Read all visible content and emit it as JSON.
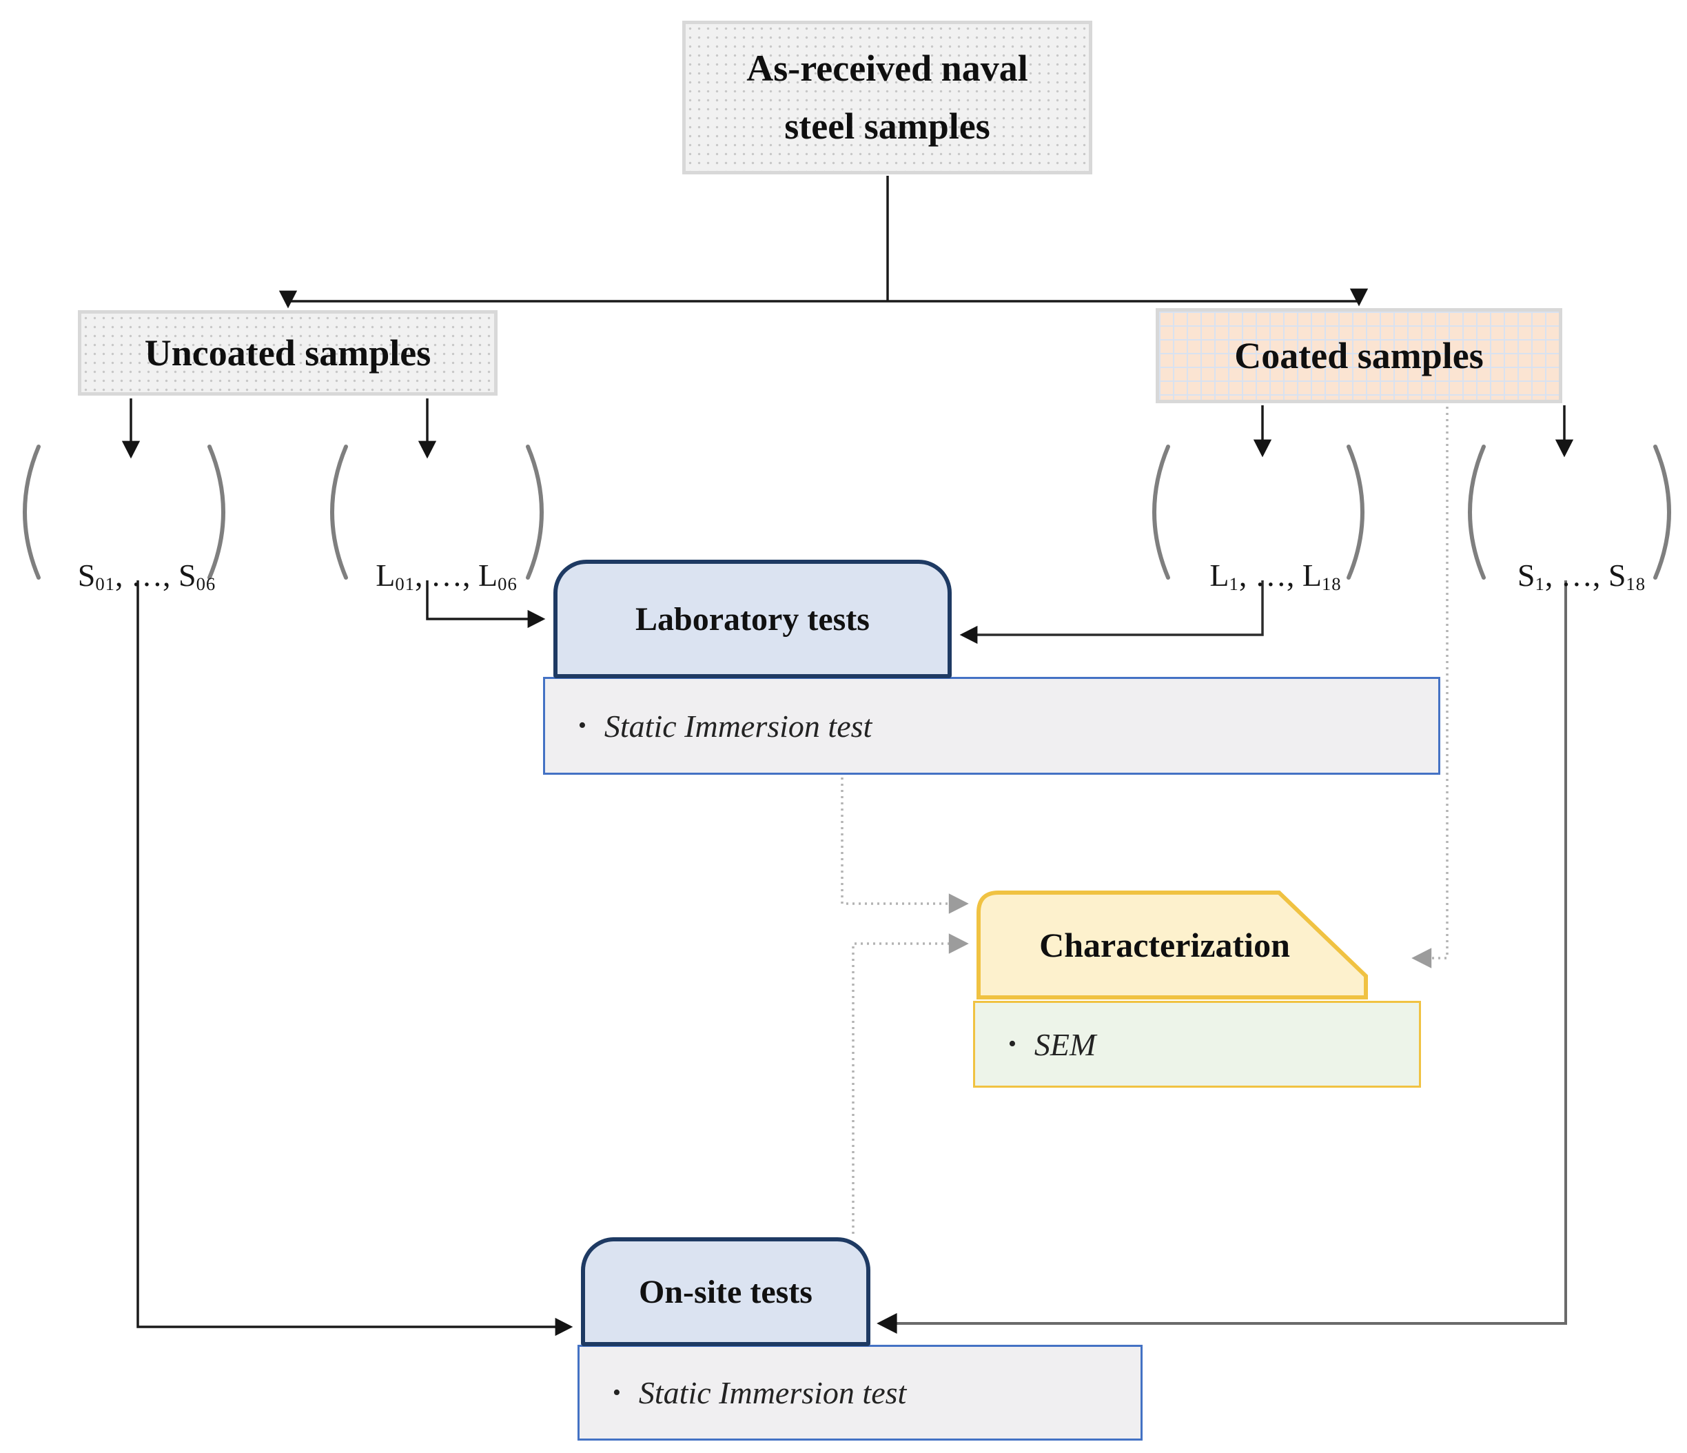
{
  "nodes": {
    "root": {
      "line1": "As-received naval",
      "line2": "steel samples"
    },
    "uncoated": {
      "label": "Uncoated samples"
    },
    "coated": {
      "label": "Coated samples"
    },
    "lab": {
      "title": "Laboratory tests",
      "bullet_marker": "•",
      "bullet": "Static Immersion test"
    },
    "characterization": {
      "title": "Characterization",
      "bullet_marker": "•",
      "bullet": "SEM"
    },
    "onsite": {
      "title": "On-site tests",
      "bullet_marker": "•",
      "bullet": "Static Immersion test"
    }
  },
  "groups": {
    "uncoated_s": {
      "first_base": "S",
      "first_sub": "01",
      "separator": ", …, ",
      "last_base": "S",
      "last_sub": "06"
    },
    "uncoated_l": {
      "first_base": "L",
      "first_sub": "01",
      "separator": ", …, ",
      "last_base": "L",
      "last_sub": "06"
    },
    "coated_l": {
      "first_base": "L",
      "first_sub": "1",
      "separator": ", …, ",
      "last_base": "L",
      "last_sub": "18"
    },
    "coated_s": {
      "first_base": "S",
      "first_sub": "1",
      "separator": ", …, ",
      "last_base": "S",
      "last_sub": "18"
    }
  },
  "colors": {
    "node_border_gray": "#d8d8d8",
    "dotted_node_bg": "#f1f1f1",
    "coated_node_bg": "#fbe4d2",
    "coated_grid_line": "#d9e2f0",
    "test_node_fill": "#dbe3f1",
    "test_node_border": "#1e3a63",
    "panel_bg": "#f0eff1",
    "panel_border": "#4472c4",
    "characterization_fill": "#fdf1cd",
    "characterization_border": "#f0c242",
    "sem_panel_bg": "#edf4e9",
    "arrow_black": "#1a1a1a",
    "arrow_gray": "#9c9c9c",
    "dotted_line": "#b3b3b3",
    "bracket_gray": "#7f7f7f"
  }
}
